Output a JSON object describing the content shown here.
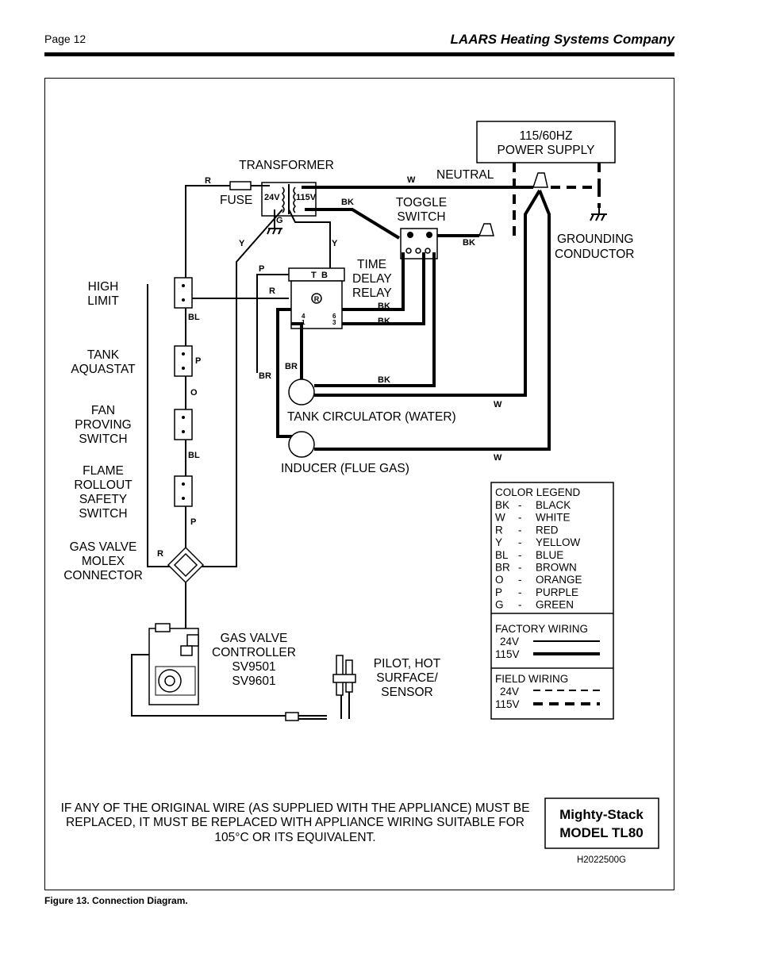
{
  "header": {
    "page_label": "Page 12",
    "company": "LAARS Heating Systems Company"
  },
  "figure_caption": "Figure 13. Connection Diagram.",
  "labels": {
    "power_supply_1": "115/60HZ",
    "power_supply_2": "POWER SUPPLY",
    "transformer": "TRANSFORMER",
    "neutral": "NEUTRAL",
    "fuse": "FUSE",
    "v24": "24V",
    "v115": "115V",
    "toggle_1": "TOGGLE",
    "toggle_2": "SWITCH",
    "grounding_1": "GROUNDING",
    "grounding_2": "CONDUCTOR",
    "time_delay_1": "TIME",
    "time_delay_2": "DELAY",
    "time_delay_3": "RELAY",
    "relay_t": "T",
    "relay_b": "B",
    "relay_r": "R",
    "relay_4": "4",
    "relay_1": "1",
    "relay_6": "6",
    "relay_3": "3",
    "high_limit_1": "HIGH",
    "high_limit_2": "LIMIT",
    "tank_aquastat_1": "TANK",
    "tank_aquastat_2": "AQUASTAT",
    "fan_1": "FAN",
    "fan_2": "PROVING",
    "fan_3": "SWITCH",
    "flame_1": "FLAME",
    "flame_2": "ROLLOUT",
    "flame_3": "SAFETY",
    "flame_4": "SWITCH",
    "molex_1": "GAS VALVE",
    "molex_2": "MOLEX",
    "molex_3": "CONNECTOR",
    "tank_circ": "TANK CIRCULATOR (WATER)",
    "inducer": "INDUCER (FLUE GAS)",
    "gvc_1": "GAS VALVE",
    "gvc_2": "CONTROLLER",
    "gvc_3": "SV9501",
    "gvc_4": "SV9601",
    "pilot_1": "PILOT, HOT",
    "pilot_2": "SURFACE/",
    "pilot_3": "SENSOR"
  },
  "wire_tags": {
    "r_top": "R",
    "w_top": "W",
    "bk_trans": "BK",
    "g": "G",
    "y_left": "Y",
    "y_right": "Y",
    "bk_toggle": "BK",
    "p_relay": "P",
    "r_relay": "R",
    "bk_r1": "BK",
    "bk_r2": "BK",
    "bl_1": "BL",
    "p_1": "P",
    "o_1": "O",
    "bl_2": "BL",
    "p_2": "P",
    "br_1": "BR",
    "br_2": "BR",
    "bk_circ": "BK",
    "w_circ": "W",
    "w_ind": "W",
    "r_molex": "R"
  },
  "color_legend": {
    "title": "COLOR LEGEND",
    "rows": [
      {
        "code": "BK",
        "sep": "-",
        "name": "BLACK"
      },
      {
        "code": "W",
        "sep": "-",
        "name": "WHITE"
      },
      {
        "code": "R",
        "sep": "-",
        "name": "RED"
      },
      {
        "code": "Y",
        "sep": "-",
        "name": "YELLOW"
      },
      {
        "code": "BL",
        "sep": "-",
        "name": "BLUE"
      },
      {
        "code": "BR",
        "sep": "-",
        "name": "BROWN"
      },
      {
        "code": "O",
        "sep": "-",
        "name": "ORANGE"
      },
      {
        "code": "P",
        "sep": "-",
        "name": "PURPLE"
      },
      {
        "code": "G",
        "sep": "-",
        "name": "GREEN"
      }
    ],
    "factory_title": "FACTORY WIRING",
    "factory_24": "24V",
    "factory_115": "115V",
    "field_title": "FIELD WIRING",
    "field_24": "24V",
    "field_115": "115V"
  },
  "notice": [
    "IF ANY OF THE ORIGINAL WIRE (AS SUPPLIED WITH THE APPLIANCE) MUST BE",
    "REPLACED, IT MUST BE REPLACED WITH APPLIANCE WIRING SUITABLE FOR",
    "105°C OR ITS EQUIVALENT."
  ],
  "model_box": {
    "line1": "Mighty-Stack",
    "line2": "MODEL TL80"
  },
  "drawing_number": "H2022500G"
}
